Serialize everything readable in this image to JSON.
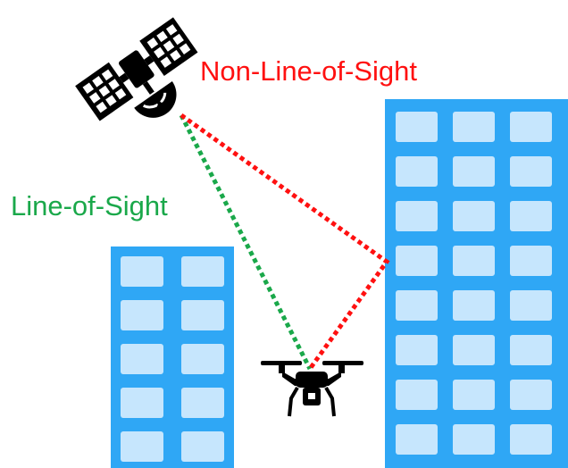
{
  "labels": {
    "nlos": "Non-Line-of-Sight",
    "los": "Line-of-Sight"
  },
  "colors": {
    "nlos": "#ff1010",
    "los": "#1aa84a",
    "building": "#2fa7f5",
    "window": "#c6e6fd",
    "device": "#000000"
  },
  "icons": {
    "satellite": "satellite-icon",
    "drone": "drone-icon"
  },
  "buildings": {
    "left": {
      "window_rows": 5,
      "window_cols": 2
    },
    "right": {
      "window_rows": 8,
      "window_cols": 3
    }
  }
}
